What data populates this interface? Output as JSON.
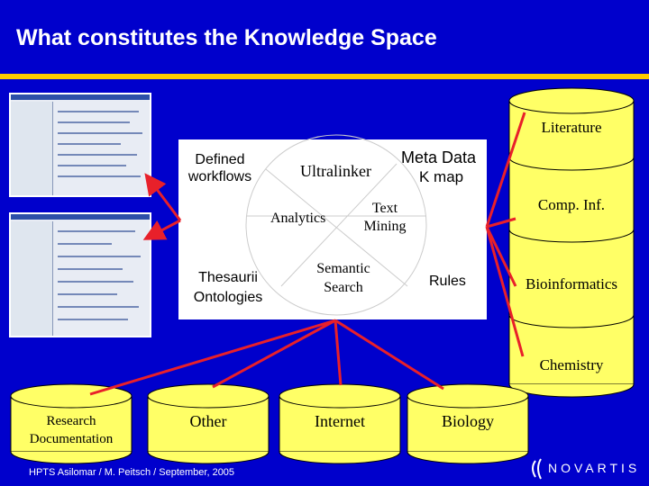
{
  "title": "What constitutes the Knowledge Space",
  "center_labels": {
    "defined_workflows": "Defined workflows",
    "ultralinker": "Ultralinker",
    "meta_data": "Meta Data",
    "k_map": "K map",
    "analytics": "Analytics",
    "text_mining": "Text Mining",
    "thesaurii_ontologies": "Thesaurii Ontologies",
    "semantic_search": "Semantic Search",
    "rules": "Rules"
  },
  "right_cylinders": [
    "Literature",
    "Comp. Inf.",
    "Bioinformatics",
    "Chemistry"
  ],
  "bottom_cylinders": [
    "Research Documentation",
    "Other",
    "Internet",
    "Biology"
  ],
  "footer": "HPTS Asilomar / M. Peitsch / September, 2005",
  "logo": "NOVARTIS",
  "colors": {
    "background": "#0000cc",
    "accent": "#ffcc00",
    "cylinder": "#ffff66",
    "connector": "#e8202a"
  }
}
